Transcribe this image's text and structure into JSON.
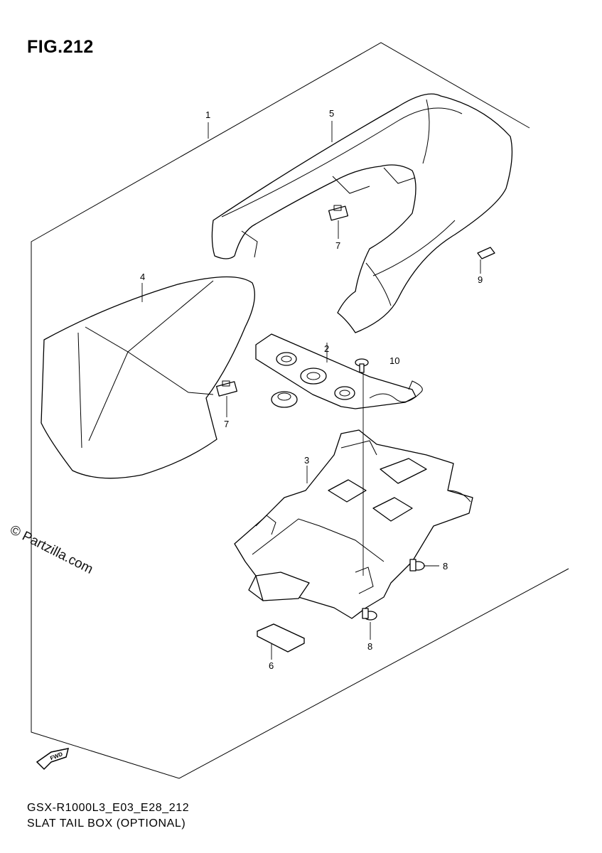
{
  "figure": {
    "title": "FIG.212",
    "model_code": "GSX-R1000L3_E03_E28_212",
    "caption": "SLAT TAIL BOX (OPTIONAL)"
  },
  "watermark": "© Partzilla.com",
  "direction_marker": "FWD",
  "callouts": [
    {
      "id": "c1",
      "label": "1"
    },
    {
      "id": "c2",
      "label": "2"
    },
    {
      "id": "c3",
      "label": "3"
    },
    {
      "id": "c4",
      "label": "4"
    },
    {
      "id": "c5",
      "label": "5"
    },
    {
      "id": "c6",
      "label": "6"
    },
    {
      "id": "c7a",
      "label": "7"
    },
    {
      "id": "c7b",
      "label": "7"
    },
    {
      "id": "c8a",
      "label": "8"
    },
    {
      "id": "c8b",
      "label": "8"
    },
    {
      "id": "c9",
      "label": "9"
    },
    {
      "id": "c10",
      "label": "10"
    }
  ]
}
